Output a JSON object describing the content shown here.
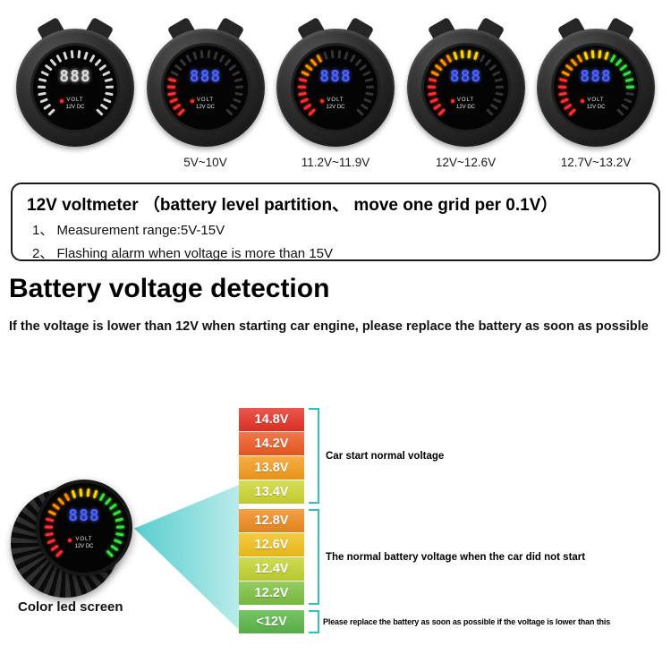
{
  "page": {
    "background": "#ffffff"
  },
  "gauges": {
    "face_label_line1": "VOLT",
    "face_label_line2": "12V DC",
    "segment_colors": {
      "red": "#ff2e2e",
      "orange": "#ff9100",
      "yellow": "#ffd400",
      "green": "#37e03c"
    },
    "segment_layout": [
      6,
      4,
      4,
      10
    ],
    "items": [
      {
        "label": "",
        "digits": "888",
        "lit": 0,
        "digit_color": "#dcdcdc",
        "off_color": "#d8d8d8"
      },
      {
        "label": "5V~10V",
        "digits": "888",
        "lit": 6,
        "digit_color": "#4a63ff",
        "off_color": "#343434"
      },
      {
        "label": "11.2V~11.9V",
        "digits": "888",
        "lit": 10,
        "digit_color": "#4a63ff",
        "off_color": "#343434"
      },
      {
        "label": "12V~12.6V",
        "digits": "888",
        "lit": 14,
        "digit_color": "#4a63ff",
        "off_color": "#343434"
      },
      {
        "label": "12.7V~13.2V",
        "digits": "888",
        "lit": 20,
        "digit_color": "#4a63ff",
        "off_color": "#343434"
      }
    ]
  },
  "info_box": {
    "title": "12V voltmeter （battery level partition、 move one grid per 0.1V）",
    "items": [
      {
        "text": "1、 Measurement range:5V-15V"
      },
      {
        "text": "2、 Flashing alarm when voltage is more than 15V"
      }
    ]
  },
  "section": {
    "heading": "Battery voltage detection",
    "description": "If the voltage is lower than 12V when starting car engine, please replace the battery as soon as possible"
  },
  "voltage_chart": {
    "type": "table",
    "accent_color": "#2fc1c1",
    "groups": [
      {
        "caption": "Car start normal voltage",
        "rows": [
          {
            "label": "14.8V",
            "color": "#e63226"
          },
          {
            "label": "14.2V",
            "color": "#ee5a23"
          },
          {
            "label": "13.8V",
            "color": "#f59c1c"
          },
          {
            "label": "13.4V",
            "color": "#cdd631"
          }
        ]
      },
      {
        "caption": "The normal battery voltage when the car did not start",
        "rows": [
          {
            "label": "12.8V",
            "color": "#f08b1d"
          },
          {
            "label": "12.6V",
            "color": "#f3c01c"
          },
          {
            "label": "12.4V",
            "color": "#c3d430"
          },
          {
            "label": "12.2V",
            "color": "#7dc242"
          }
        ]
      },
      {
        "caption": "Please replace the battery as soon as possible if the voltage is lower than this",
        "rows": [
          {
            "label": "<12V",
            "color": "#5bb648"
          }
        ]
      }
    ]
  },
  "product": {
    "digits": "888",
    "digit_color": "#4a63ff",
    "caption": "Color led screen"
  }
}
